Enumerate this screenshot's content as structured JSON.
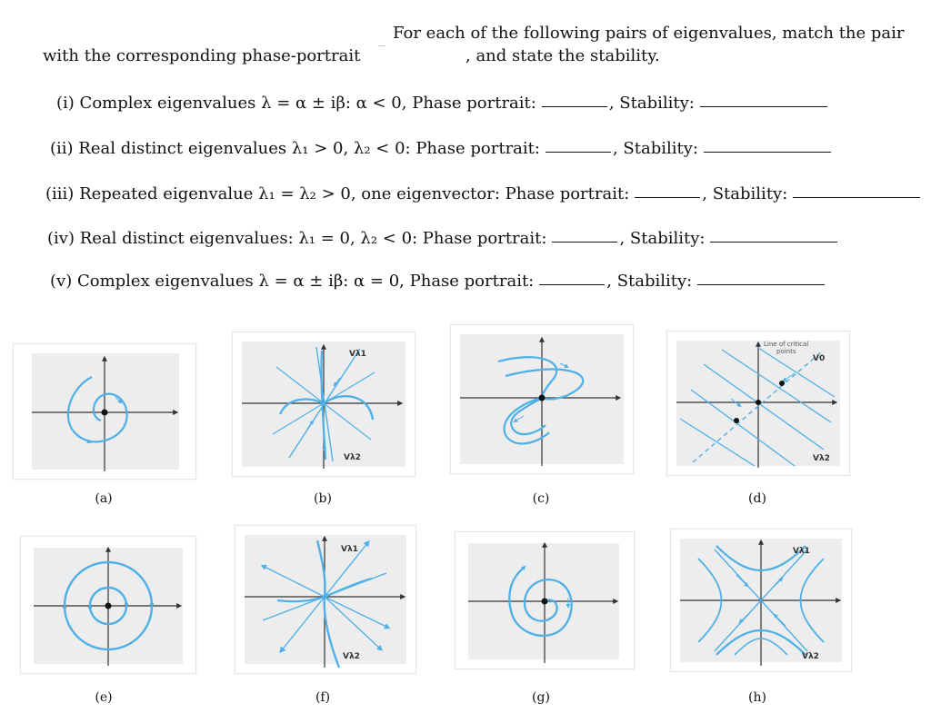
{
  "intro": {
    "line1": "For each of the following pairs of eigenvalues, match the pair",
    "line2a": "with the corresponding phase-portrait",
    "line2b": ", and state the stability."
  },
  "items": [
    {
      "num": "(i)",
      "desc": "Complex eigenvalues λ = α ± iβ: α < 0, Phase portrait:",
      "stab": ", Stability:"
    },
    {
      "num": "(ii)",
      "desc": "Real distinct eigenvalues λ₁ > 0, λ₂ < 0: Phase portrait:",
      "stab": ", Stability:"
    },
    {
      "num": "(iii)",
      "desc": "Repeated eigenvalue λ₁ = λ₂ > 0, one eigenvector: Phase portrait:",
      "stab": ", Stability:"
    },
    {
      "num": "(iv)",
      "desc": "Real distinct eigenvalues: λ₁ = 0, λ₂ < 0: Phase portrait:",
      "stab": ", Stability:"
    },
    {
      "num": "(v)",
      "desc": "Complex eigenvalues λ = α ± iβ: α = 0, Phase portrait:",
      "stab": ", Stability:"
    }
  ],
  "captions": [
    "(a)",
    "(b)",
    "(c)",
    "(d)",
    "(e)",
    "(f)",
    "(g)",
    "(h)"
  ],
  "figure_labels": {
    "v_lambda1": "Vλ1",
    "v_lambda2": "Vλ2",
    "v0": "V0",
    "line_of_critical": "Line of critical",
    "points": "points"
  },
  "colors": {
    "curve": "#4fb0e8",
    "axis": "#333333",
    "panel_bg": "#ededed"
  }
}
